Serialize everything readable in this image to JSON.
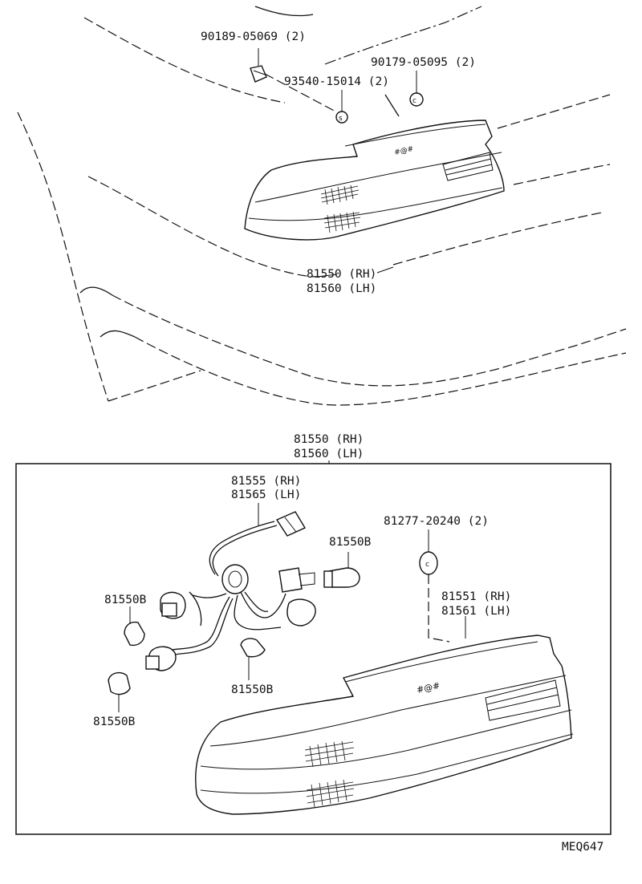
{
  "labels": {
    "screw_upper": "90189-05069 (2)",
    "nut_upper": "90179-05095 (2)",
    "washer_upper": "93540-15014 (2)",
    "lamp_assy_top_rh": "81550 (RH)",
    "lamp_assy_top_lh": "81560 (LH)",
    "lamp_assy_box_rh": "81550 (RH)",
    "lamp_assy_box_lh": "81560 (LH)",
    "socket_wire_rh": "81555 (RH)",
    "socket_wire_lh": "81565 (LH)",
    "cushion": "81277-20240 (2)",
    "bulb_1": "81550B",
    "bulb_2": "81550B",
    "bulb_3": "81550B",
    "bulb_4": "81550B",
    "lens_rh": "81551 (RH)",
    "lens_lh": "81561 (LH)",
    "figure_code": "MEQ647"
  }
}
